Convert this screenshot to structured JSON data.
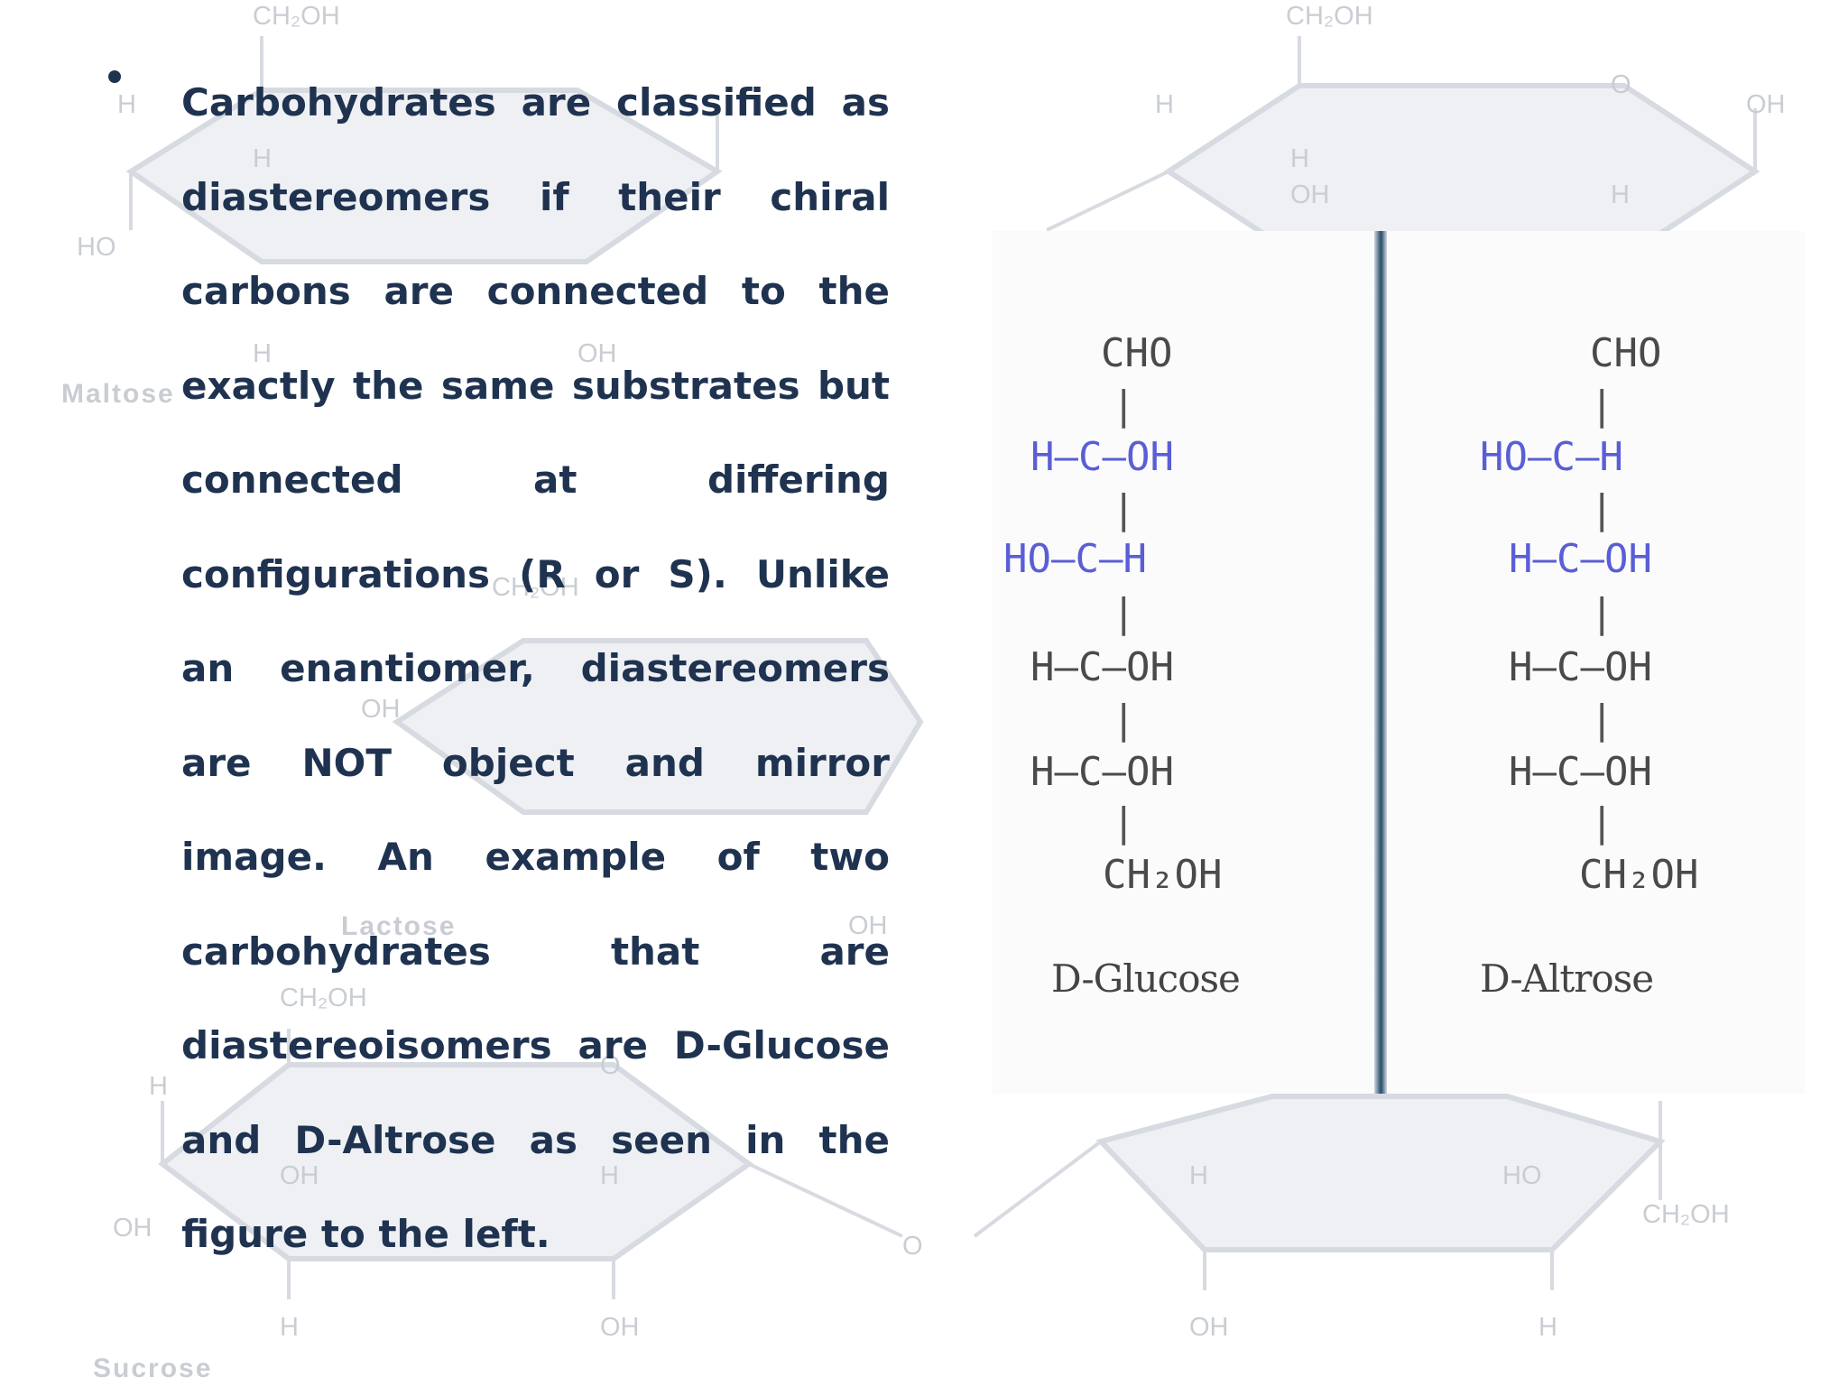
{
  "bullet": {
    "lines": [
      "Carbohydrates are classified as",
      "diastereomers if their chiral",
      "carbons are connected to the",
      "exactly the same substrates but",
      "connected at differing",
      "configurations (R or S). Unlike",
      "an enantiomer, diastereomers",
      "are NOT object and mirror",
      "image. An example of two",
      "carbohydrates that are",
      "diastereoisomers are D-Glucose",
      "and D-Altrose as seen in the",
      "figure to the left."
    ],
    "color": "#1f3350"
  },
  "figure": {
    "glucose": {
      "top": "CHO",
      "row1": "H—C—OH",
      "row2": "HO—C—H",
      "row3": "H—C—OH",
      "row4": "H—C—OH",
      "bottom": "CH₂OH",
      "name": "D-Glucose"
    },
    "altrose": {
      "top": "CHO",
      "row1": "HO—C—H",
      "row2": "H—C—OH",
      "row3": "H—C—OH",
      "row4": "H—C—OH",
      "bottom": "CH₂OH",
      "name": "D-Altrose"
    },
    "highlight_color": "#5a5ed6",
    "divider_color": "#2d4f68"
  },
  "background": {
    "names": [
      "Maltose",
      "Lactose",
      "Sucrose"
    ],
    "labels": {
      "ch2oh": "CH₂OH",
      "oh": "OH",
      "h": "H",
      "ho": "HO",
      "o": "O"
    },
    "color": "#c9cdd3"
  }
}
